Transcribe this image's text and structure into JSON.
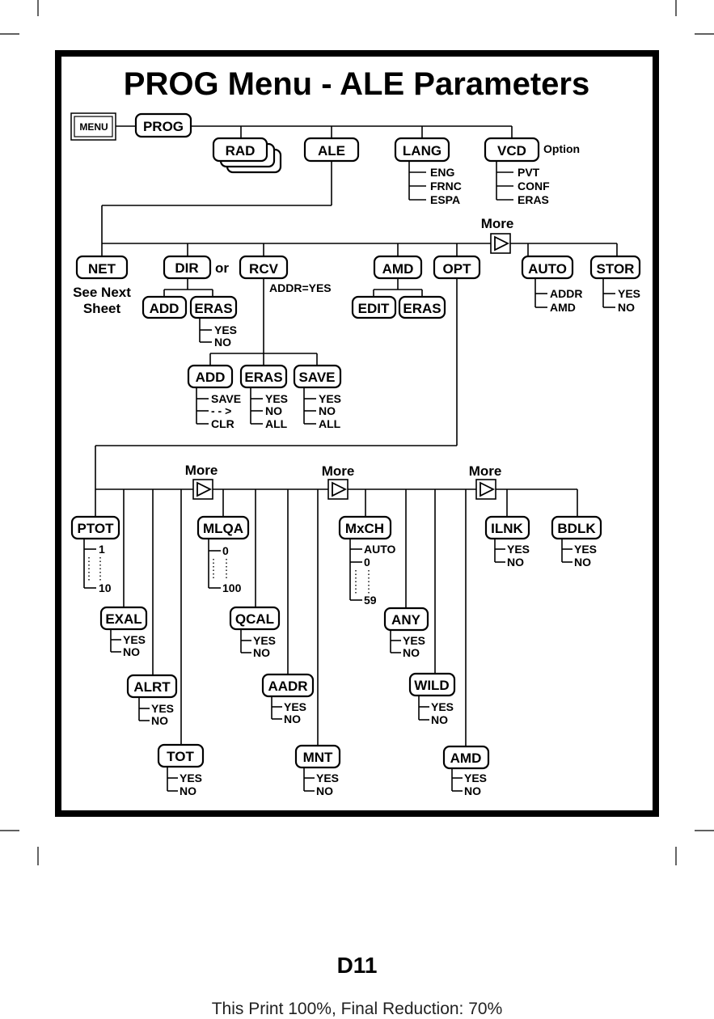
{
  "title": "PROG Menu - ALE Parameters",
  "nodes": {
    "menu": "MENU",
    "prog": "PROG",
    "rad": "RAD",
    "ale": "ALE",
    "lang": "LANG",
    "vcd": "VCD",
    "net": "NET",
    "dir": "DIR",
    "rcv": "RCV",
    "amd": "AMD",
    "opt": "OPT",
    "auto": "AUTO",
    "stor": "STOR",
    "dir_add": "ADD",
    "dir_eras": "ERAS",
    "amd_edit": "EDIT",
    "amd_eras": "ERAS",
    "rcv_add": "ADD",
    "rcv_eras": "ERAS",
    "rcv_save": "SAVE",
    "ptot": "PTOT",
    "exal": "EXAL",
    "alrt": "ALRT",
    "tot": "TOT",
    "mlqa": "MLQA",
    "qcal": "QCAL",
    "aadr": "AADR",
    "mnt": "MNT",
    "mxch": "MxCH",
    "any": "ANY",
    "wild": "WILD",
    "amd2": "AMD",
    "ilnk": "ILNK",
    "bdlk": "BDLK"
  },
  "labels": {
    "option": "Option",
    "more": "More",
    "or": "or",
    "see_next": "See Next",
    "sheet": "Sheet",
    "addr_yes": "ADDR=YES",
    "arrow_text": "- - >"
  },
  "options": {
    "lang": [
      "ENG",
      "FRNC",
      "ESPA"
    ],
    "vcd": [
      "PVT",
      "CONF",
      "ERAS"
    ],
    "auto": [
      "ADDR",
      "AMD"
    ],
    "yes_no": [
      "YES",
      "NO"
    ],
    "rcv_add": [
      "SAVE",
      "CLR"
    ],
    "yes_no_all": [
      "YES",
      "NO",
      "ALL"
    ],
    "ptot": [
      "1",
      "10"
    ],
    "mlqa": [
      "0",
      "100"
    ],
    "mxch": [
      "AUTO",
      "0",
      "59"
    ]
  },
  "footer": {
    "page_id": "D11",
    "note": "This Print 100%, Final Reduction: 70%"
  }
}
